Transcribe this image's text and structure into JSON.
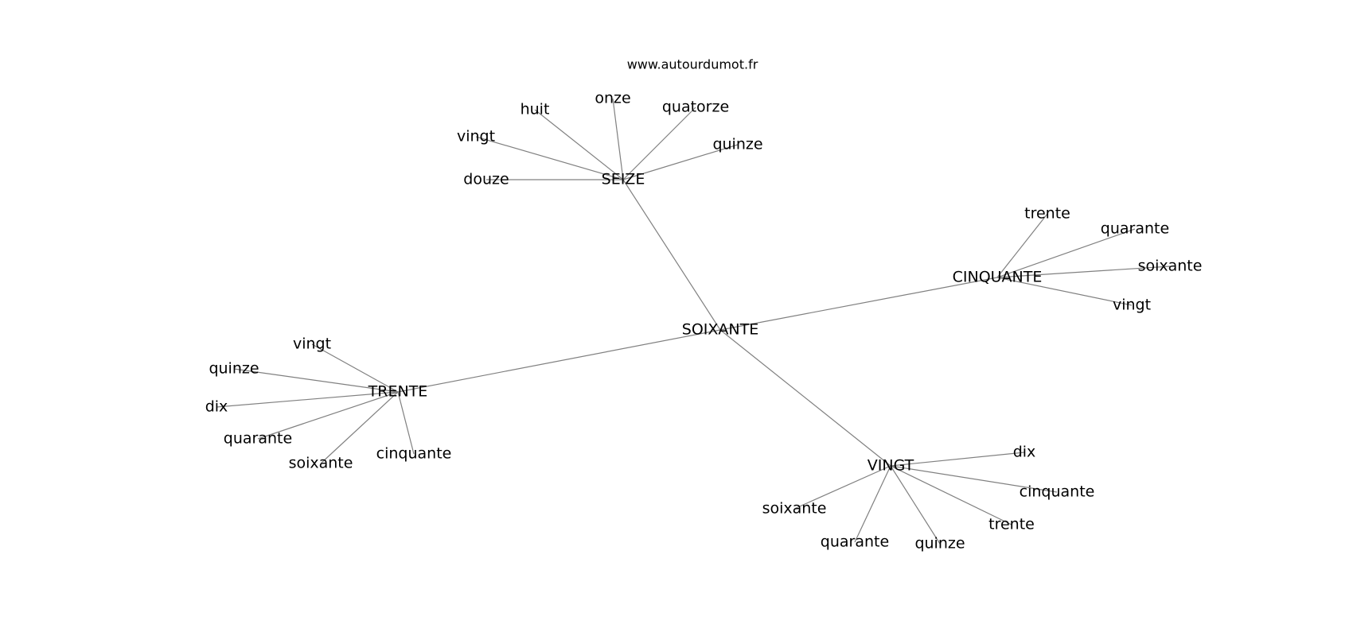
{
  "site": "www.autourdumot.fr",
  "colors": {
    "background": "#ffffff",
    "edge": "#808080",
    "text": "#000000"
  },
  "graph": {
    "root": "SOIXANTE",
    "nodes": [
      {
        "id": "root",
        "label": "SOIXANTE"
      },
      {
        "id": "seize",
        "label": "SEIZE"
      },
      {
        "id": "cinquante",
        "label": "CINQUANTE"
      },
      {
        "id": "trente",
        "label": "TRENTE"
      },
      {
        "id": "vingt",
        "label": "VINGT"
      },
      {
        "id": "seize-huit",
        "label": "huit"
      },
      {
        "id": "seize-onze",
        "label": "onze"
      },
      {
        "id": "seize-quatorze",
        "label": "quatorze"
      },
      {
        "id": "seize-vingt",
        "label": "vingt"
      },
      {
        "id": "seize-quinze",
        "label": "quinze"
      },
      {
        "id": "seize-douze",
        "label": "douze"
      },
      {
        "id": "cinquante-trente",
        "label": "trente"
      },
      {
        "id": "cinquante-quarante",
        "label": "quarante"
      },
      {
        "id": "cinquante-soixante",
        "label": "soixante"
      },
      {
        "id": "cinquante-vingt",
        "label": "vingt"
      },
      {
        "id": "trente-vingt",
        "label": "vingt"
      },
      {
        "id": "trente-quinze",
        "label": "quinze"
      },
      {
        "id": "trente-dix",
        "label": "dix"
      },
      {
        "id": "trente-quarante",
        "label": "quarante"
      },
      {
        "id": "trente-soixante",
        "label": "soixante"
      },
      {
        "id": "trente-cinquante",
        "label": "cinquante"
      },
      {
        "id": "vingt-dix",
        "label": "dix"
      },
      {
        "id": "vingt-cinquante",
        "label": "cinquante"
      },
      {
        "id": "vingt-trente",
        "label": "trente"
      },
      {
        "id": "vingt-soixante",
        "label": "soixante"
      },
      {
        "id": "vingt-quarante",
        "label": "quarante"
      },
      {
        "id": "vingt-quinze",
        "label": "quinze"
      }
    ],
    "edges": [
      [
        "root",
        "seize"
      ],
      [
        "root",
        "cinquante"
      ],
      [
        "root",
        "trente"
      ],
      [
        "root",
        "vingt"
      ],
      [
        "seize",
        "seize-huit"
      ],
      [
        "seize",
        "seize-onze"
      ],
      [
        "seize",
        "seize-quatorze"
      ],
      [
        "seize",
        "seize-vingt"
      ],
      [
        "seize",
        "seize-quinze"
      ],
      [
        "seize",
        "seize-douze"
      ],
      [
        "cinquante",
        "cinquante-trente"
      ],
      [
        "cinquante",
        "cinquante-quarante"
      ],
      [
        "cinquante",
        "cinquante-soixante"
      ],
      [
        "cinquante",
        "cinquante-vingt"
      ],
      [
        "trente",
        "trente-vingt"
      ],
      [
        "trente",
        "trente-quinze"
      ],
      [
        "trente",
        "trente-dix"
      ],
      [
        "trente",
        "trente-quarante"
      ],
      [
        "trente",
        "trente-soixante"
      ],
      [
        "trente",
        "trente-cinquante"
      ],
      [
        "vingt",
        "vingt-dix"
      ],
      [
        "vingt",
        "vingt-cinquante"
      ],
      [
        "vingt",
        "vingt-trente"
      ],
      [
        "vingt",
        "vingt-soixante"
      ],
      [
        "vingt",
        "vingt-quarante"
      ],
      [
        "vingt",
        "vingt-quinze"
      ]
    ]
  }
}
